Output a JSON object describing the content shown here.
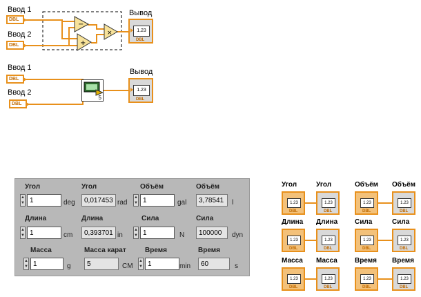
{
  "diagram1": {
    "input1": "Ввод 1",
    "input2": "Ввод 2",
    "output": "Вывод",
    "terminal_type": "DBL",
    "indicator_value": "1.23",
    "op_minus": "−",
    "op_plus": "+",
    "op_times": "×"
  },
  "diagram2": {
    "input1": "Ввод 1",
    "input2": "Ввод 2",
    "output": "Вывод",
    "terminal_type": "DBL",
    "indicator_value": "1.23",
    "subvi_number": "5"
  },
  "panel": {
    "rows": [
      {
        "ctrl_label": "Угол",
        "ctrl_value": "1",
        "ctrl_unit": "deg",
        "ind_label": "Угол",
        "ind_value": "0,017453",
        "ind_unit": "rad",
        "ctrl2_label": "Объём",
        "ctrl2_value": "1",
        "ctrl2_unit": "gal",
        "ind2_label": "Объём",
        "ind2_value": "3,78541",
        "ind2_unit": "l"
      },
      {
        "ctrl_label": "Длина",
        "ctrl_value": "1",
        "ctrl_unit": "cm",
        "ind_label": "Длина",
        "ind_value": "0,393701",
        "ind_unit": "in",
        "ctrl2_label": "Сила",
        "ctrl2_value": "1",
        "ctrl2_unit": "N",
        "ind2_label": "Сила",
        "ind2_value": "100000",
        "ind2_unit": "dyn"
      },
      {
        "ctrl_label": "Масса",
        "ctrl_value": "1",
        "ctrl_unit": "g",
        "ind_label": "Масса карат",
        "ind_value": "5",
        "ind_unit": "CM",
        "ctrl2_label": "Время",
        "ctrl2_value": "1",
        "ctrl2_unit": "min",
        "ind2_label": "Время",
        "ind2_value": "60",
        "ind2_unit": "s"
      }
    ]
  },
  "grid": {
    "rows": [
      [
        "Угол",
        "Угол",
        "Объём",
        "Объём"
      ],
      [
        "Длина",
        "Длина",
        "Сила",
        "Сила"
      ],
      [
        "Масса",
        "Масса",
        "Время",
        "Время"
      ]
    ],
    "value": "1.23",
    "terminal_type": "DBL"
  }
}
